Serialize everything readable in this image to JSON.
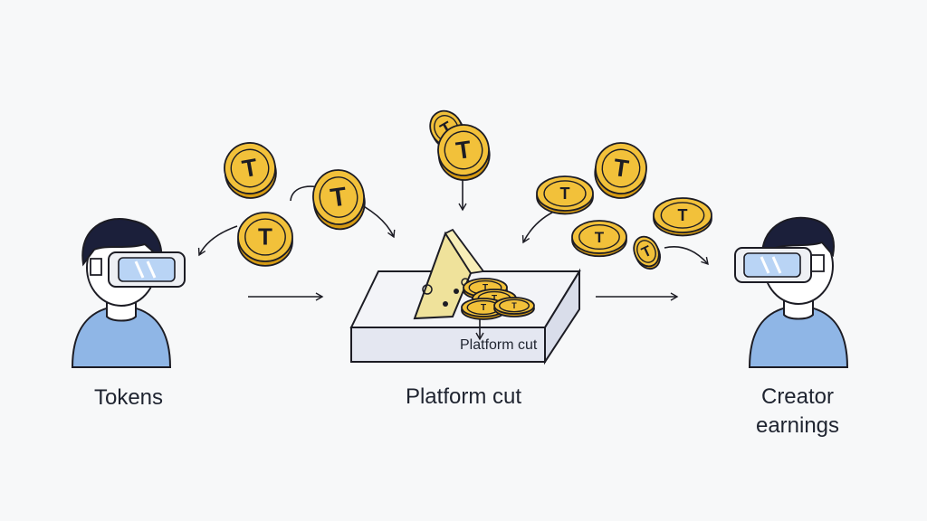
{
  "diagram": {
    "left_label": "Tokens",
    "center_label": "Platform cut",
    "platform_box_label": "Platform cut",
    "right_label_line1": "Creator",
    "right_label_line2": "earnings",
    "coin_letter": "T"
  },
  "colors": {
    "coin_fill": "#f2c13a",
    "coin_rim": "#d59a12",
    "outline": "#1c1c24",
    "shirt": "#8fb6e6",
    "hair": "#1b1f3a",
    "headset": "#eef0f4",
    "lens": "#b9d4f5",
    "platform_top": "#f3f4f8",
    "platform_side": "#e4e7f1",
    "cheese": "#efe29b"
  },
  "icons": [
    "coin-icon",
    "vr-user-icon",
    "arrow-icon",
    "cheese-wedge-icon",
    "platform-icon"
  ]
}
